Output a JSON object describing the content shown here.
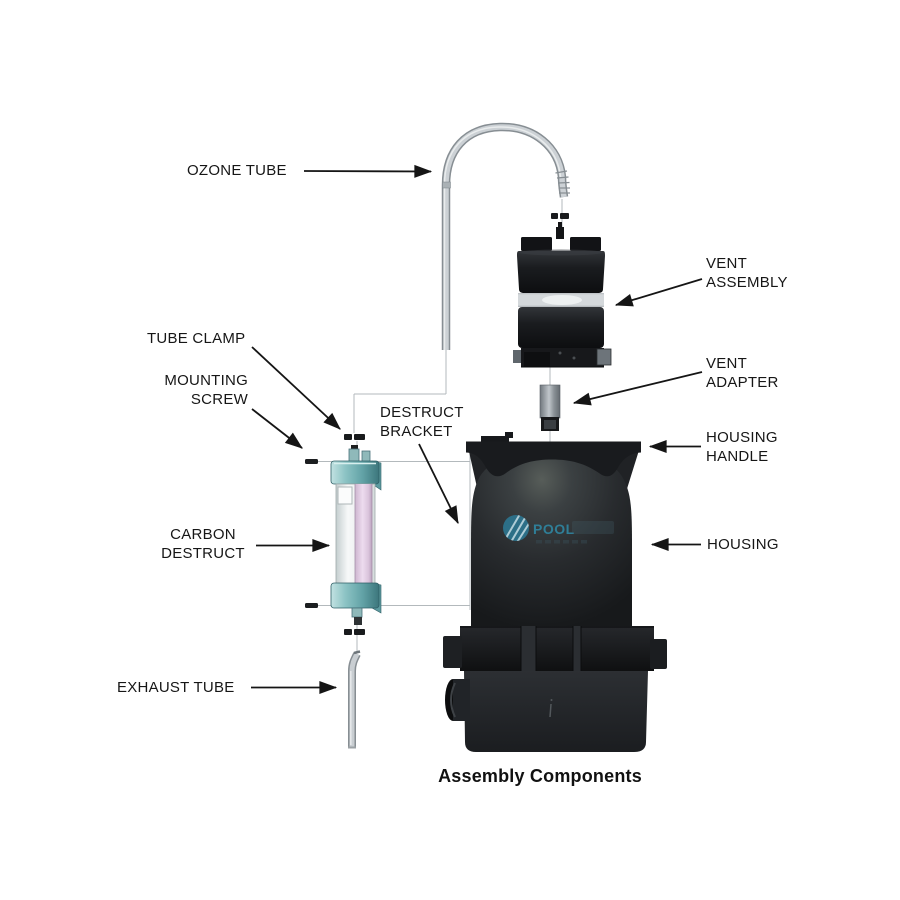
{
  "diagram": {
    "caption": "Assembly Components",
    "logo_text": "POOL",
    "labels": {
      "ozone_tube": "OZONE TUBE",
      "tube_clamp": "TUBE CLAMP",
      "mounting_screw": "MOUNTING\nSCREW",
      "destruct_bracket": "DESTRUCT\nBRACKET",
      "vent_assembly": "VENT\nASSEMBLY",
      "vent_adapter": "VENT\nADAPTER",
      "housing_handle": "HOUSING\nHANDLE",
      "housing": "HOUSING",
      "carbon_destruct": "CARBON\nDESTRUCT",
      "exhaust_tube": "EXHAUST TUBE"
    },
    "colors": {
      "background": "#ffffff",
      "label_text": "#161616",
      "arrow": "#151515",
      "guide_line": "#b3b9bc",
      "housing_dark": "#202226",
      "cap_teal": "#6fadb0",
      "inner_tube_pink": "#e3d0e4",
      "tube_gray": "#c9ced2",
      "logo_teal": "#2e7a95"
    }
  }
}
